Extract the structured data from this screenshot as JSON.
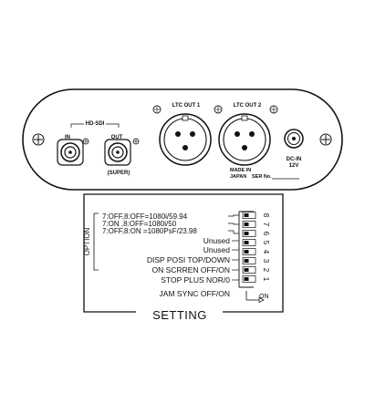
{
  "panel": {
    "hdsdi_label": "HD-SDI",
    "in_label": "IN",
    "out_label": "OUT",
    "super_label": "(SUPER)",
    "ltc_out1_label": "LTC OUT 1",
    "ltc_out2_label": "LTC OUT 2",
    "made_in": "MADE IN",
    "japan": "JAPAN",
    "ser_no": "SER No.",
    "dcin": "DC-IN",
    "dcin_voltage": "12V"
  },
  "setting": {
    "title": "SETTING",
    "option_label": "OPTION",
    "on_label": "ON",
    "rows": [
      {
        "text": "7:OFF,8:OFF=1080i/59.94",
        "num": "8"
      },
      {
        "text": "7:ON  ,8:OFF=1080i/50",
        "num": "7"
      },
      {
        "text": "7:OFF,8:ON  =1080PsF/23.98",
        "num": "6"
      },
      {
        "text": "Unused",
        "num": "5"
      },
      {
        "text": "Unused",
        "num": "4"
      },
      {
        "text": "DISP POSI TOP/DOWN",
        "num": "3"
      },
      {
        "text": "ON SCRREN OFF/ON",
        "num": "2"
      },
      {
        "text": "STOP PLUS  NOR/0",
        "num": "1"
      },
      {
        "text": "JAM SYNC OFF/ON",
        "num": ""
      }
    ]
  }
}
